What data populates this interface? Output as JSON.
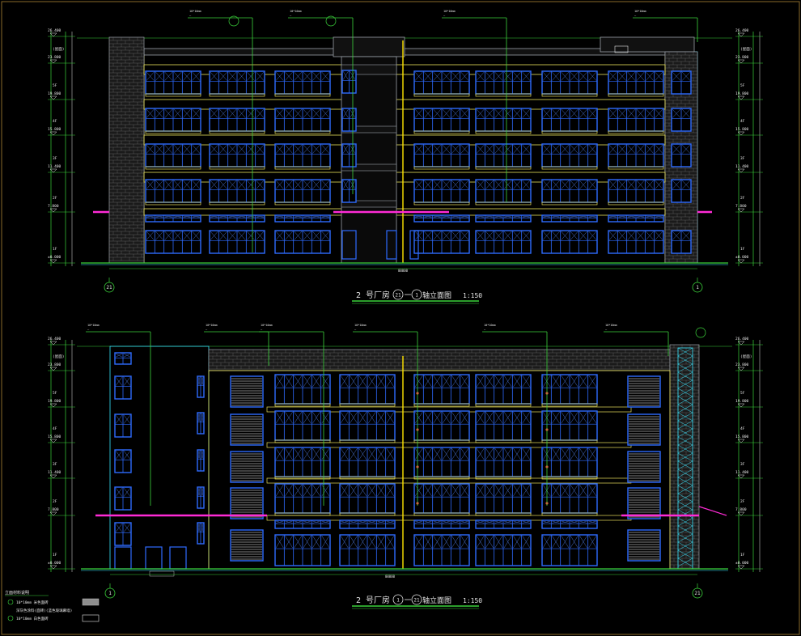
{
  "frame": {
    "border_color": "#8a6a2a",
    "background": "#000000"
  },
  "colors": {
    "wall": "#9aa0a8",
    "window": "#2e6bff",
    "window_inner": "#5a8cff",
    "sill": "#e8e05a",
    "cyan": "#39e6ff",
    "green": "#3bd23b",
    "magenta": "#ff2bd6",
    "yellow": "#ffe400",
    "white": "#e6e6e6",
    "red": "#ff3b3b",
    "brick": "#8e8e8e"
  },
  "elevations": [
    {
      "id": "top",
      "title_prefix": "2 号厂房",
      "axis_start": "21",
      "axis_end": "1",
      "title_suffix": "轴立面图",
      "scale": "1:150",
      "axis_left_label": "21",
      "axis_right_label": "1",
      "dim_total": "00000"
    },
    {
      "id": "bottom",
      "title_prefix": "2 号厂房",
      "axis_start": "1",
      "axis_end": "21",
      "title_suffix": "轴立面图",
      "scale": "1:150",
      "axis_left_label": "1",
      "axis_right_label": "21",
      "dim_total": "00000"
    }
  ],
  "level_labels": [
    "1F",
    "2F",
    "3F",
    "4F",
    "5F",
    "(屋面)"
  ],
  "level_values": [
    "±0.000",
    "7.800",
    "11.400",
    "15.800",
    "19.800",
    "23.800",
    "26.400"
  ],
  "legend": {
    "title": "立面材料说明",
    "items": [
      "10*10mm  米色面砖",
      "深灰色涂料(面砖)(蓝色玻璃幕墙)",
      "10*10mm  白色面砖"
    ]
  }
}
